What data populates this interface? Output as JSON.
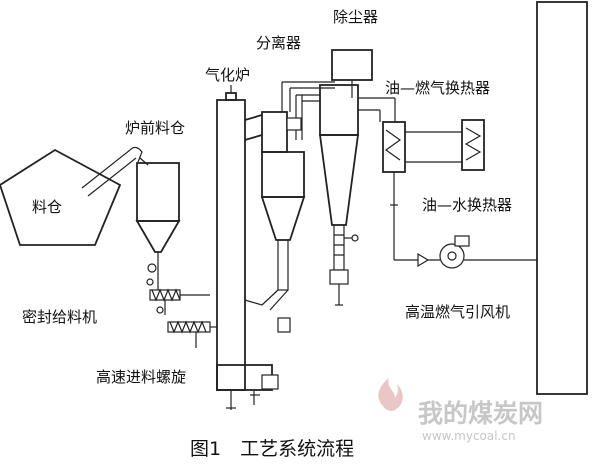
{
  "labels": {
    "dust_remover": "除尘器",
    "separator": "分离器",
    "gasifier": "气化炉",
    "hopper_front": "炉前料仓",
    "hopper": "料仓",
    "oil_gas_hx": "油—燃气换热器",
    "oil_water_hx": "油—水换热器",
    "fan": "高温燃气引风机",
    "seal_feeder": "密封给料机",
    "screw": "高速进料螺旋"
  },
  "caption": "图1　工艺系统流程",
  "watermark": {
    "name": "我的煤炭网",
    "url": "www.mycoal.cn"
  },
  "icons": [
    "flame-logo-icon",
    "fan-icon",
    "valve-icon"
  ]
}
